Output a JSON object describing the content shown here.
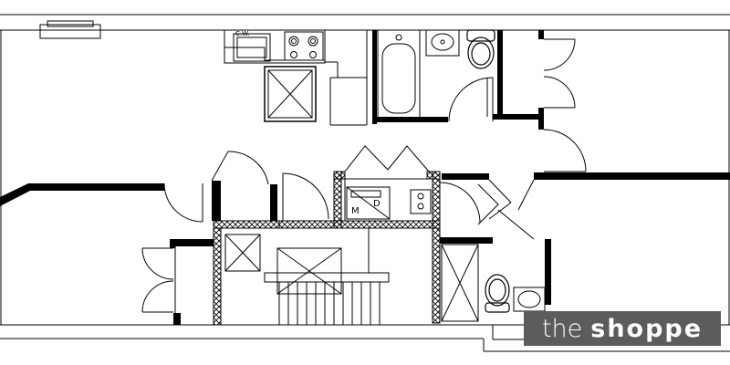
{
  "diagram": {
    "labels": {
      "cw": "C.W.",
      "m": "M",
      "d": "D"
    }
  },
  "watermark": {
    "light": "the",
    "bold": "shoppe"
  }
}
